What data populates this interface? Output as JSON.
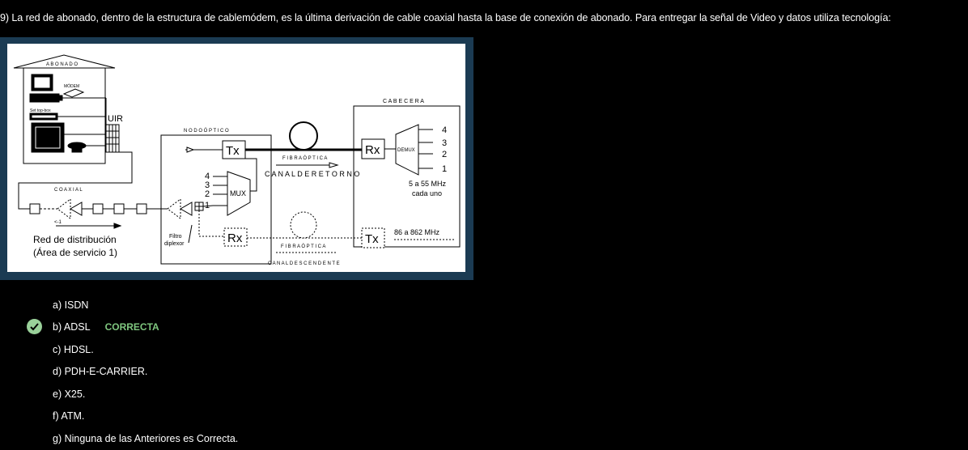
{
  "question": {
    "text": "9) La red de abonado, dentro de la estructura de cablemódem, es la última derivación de cable coaxial hasta la base de conexión de abonado. Para entregar la señal de Video y datos utiliza tecnología:"
  },
  "diagram": {
    "abonado": "A B O N A D O",
    "modem": "MÓDEM",
    "settopbox": "Set top-box",
    "uir": "UIR",
    "coaxial": "C O A X I A L",
    "nodo_optico": "N O D O  Ó P T I C O",
    "tx": "Tx",
    "rx": "Rx",
    "mux": "MUX",
    "mux_inputs": [
      "4",
      "3",
      "2",
      "1"
    ],
    "fibra_optica": "F I B R A  Ó P T I C A",
    "canal_retorno": "C A N A L  D E  R E T O R N O",
    "canal_descendente": "C A N A L  D E S C E N D E N T E",
    "cabecera": "C A B E C E R A",
    "demux": "DEMUX",
    "demux_outputs": [
      "4",
      "3",
      "2",
      "1"
    ],
    "freq_return": "5 a 55 MHz",
    "freq_return_2": "cada uno",
    "freq_down": "86 a 862 MHz",
    "red_distribucion": "Red de distribución",
    "area_servicio": "(Área de servicio 1)",
    "filtro": "Filtro",
    "diplexor": "diplexor"
  },
  "answers": [
    {
      "label": "a) ISDN"
    },
    {
      "label": "b) ADSL",
      "tag": "CORRECTA"
    },
    {
      "label": "c) HDSL."
    },
    {
      "label": "d) PDH-E-CARRIER."
    },
    {
      "label": "e) X25."
    },
    {
      "label": "f) ATM."
    },
    {
      "label": "g) Ninguna de las Anteriores es Correcta."
    }
  ],
  "colors": {
    "correct": "#7fc77f",
    "frame": "#1b3b53"
  }
}
